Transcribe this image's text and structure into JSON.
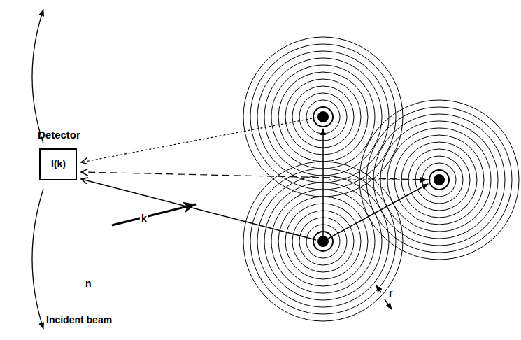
{
  "diagram": {
    "nodes": [
      {
        "text": [
          "Detector",
          "I(k)"
        ]
      }
    ],
    "labels": [
      "k",
      "n",
      "Incident beam",
      "r"
    ]
  }
}
